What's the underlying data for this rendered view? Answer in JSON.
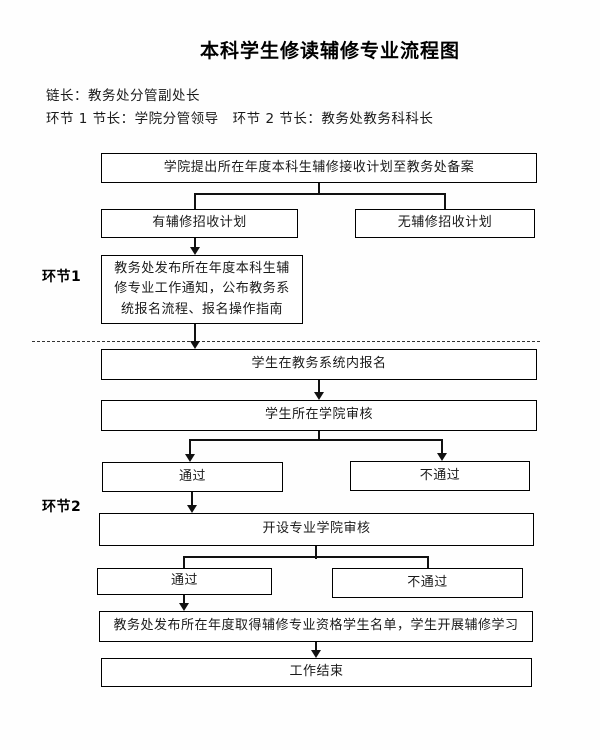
{
  "page": {
    "title": "本科学生修读辅修专业流程图",
    "chain_leader_line": "链长：教务处分管副处长",
    "stage_leaders_line": "环节 1 节长：学院分管领导　环节 2 节长：教务处教务科科长"
  },
  "stage_labels": {
    "stage1": "环节1",
    "stage2": "环节2"
  },
  "flow": {
    "plan_filing": "学院提出所在年度本科生辅修接收计划至教务处备案",
    "has_plan": "有辅修招收计划",
    "no_plan": "无辅修招收计划",
    "office_notice": "教务处发布所在年度本科生辅修专业工作通知，公布教务系统报名流程、报名操作指南",
    "student_register": "学生在教务系统内报名",
    "home_college_review": "学生所在学院审核",
    "pass_1": "通过",
    "fail_1": "不通过",
    "offering_college_review": "开设专业学院审核",
    "pass_2": "通过",
    "fail_2": "不通过",
    "publish_list": "教务处发布所在年度取得辅修专业资格学生名单，学生开展辅修学习",
    "work_end": "工作结束"
  },
  "colors": {
    "box_border": "#000000",
    "line": "#111111",
    "text": "#1a1a1a",
    "background": "#fefefe"
  }
}
